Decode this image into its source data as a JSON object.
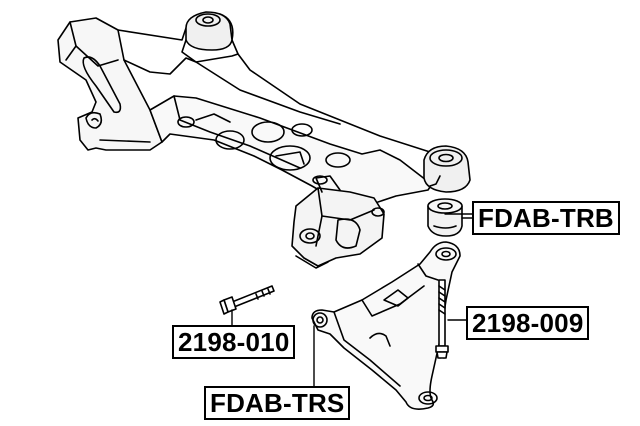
{
  "labels": {
    "trb": "FDAB-TRB",
    "p009": "2198-009",
    "p010": "2198-010",
    "trs": "FDAB-TRS"
  }
}
